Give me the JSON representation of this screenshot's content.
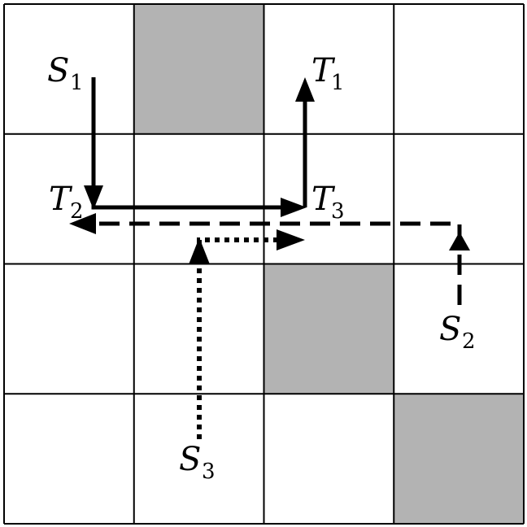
{
  "grid": {
    "rows": 4,
    "cols": 4,
    "blocked_cells": [
      {
        "row": 0,
        "col": 1
      },
      {
        "row": 2,
        "col": 2
      },
      {
        "row": 3,
        "col": 3
      }
    ],
    "blocked_color": "#b3b3b3",
    "line_color": "#000000"
  },
  "labels": [
    {
      "id": "s1",
      "letter": "S",
      "sub": "1"
    },
    {
      "id": "t1",
      "letter": "T",
      "sub": "1"
    },
    {
      "id": "t2",
      "letter": "T",
      "sub": "2"
    },
    {
      "id": "t3",
      "letter": "T",
      "sub": "3"
    },
    {
      "id": "s2",
      "letter": "S",
      "sub": "2"
    },
    {
      "id": "s3",
      "letter": "S",
      "sub": "3"
    }
  ],
  "paths": [
    {
      "id": "path-1",
      "style": "solid",
      "from": "S1",
      "to": "T1",
      "via": "T2, T3"
    },
    {
      "id": "path-2",
      "style": "dashed",
      "from": "S2",
      "to": "T2"
    },
    {
      "id": "path-3",
      "style": "dotted",
      "from": "S3",
      "to": "T3"
    }
  ]
}
